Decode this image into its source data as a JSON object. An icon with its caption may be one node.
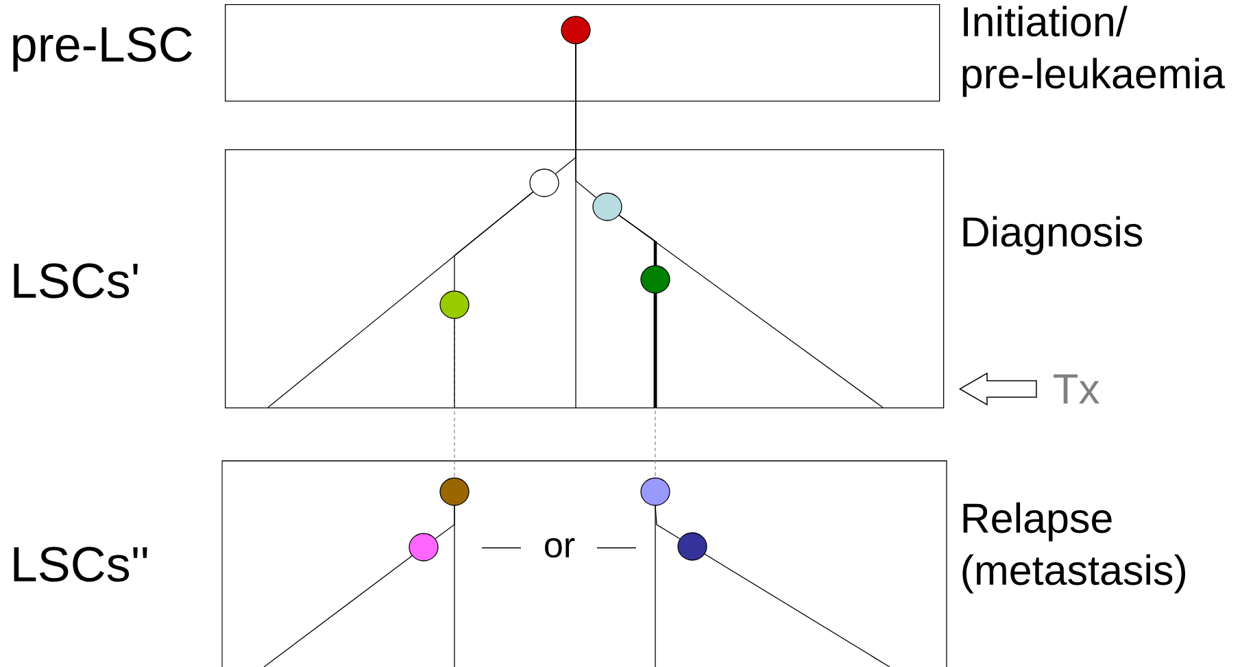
{
  "diagram": {
    "nodes": [
      {
        "text": [],
        "shape": "box",
        "beside": [
          "pre-LSC",
          "Initiation/ pre-leukaemia"
        ]
      },
      {
        "text": [],
        "shape": "circle",
        "in": 0
      },
      {
        "text": [],
        "shape": "box",
        "beside": [
          "LSCs'",
          "Diagnosis"
        ]
      },
      {
        "text": [],
        "shape": "circle",
        "in": 2
      },
      {
        "text": [],
        "shape": "circle",
        "in": 2
      },
      {
        "text": [],
        "shape": "circle",
        "in": 2
      },
      {
        "text": [],
        "shape": "circle",
        "in": 2
      },
      {
        "text": [],
        "shape": "box",
        "beside": [
          "LSCs''",
          "Relapse (metastasis)"
        ]
      },
      {
        "text": [],
        "shape": "circle",
        "in": 7
      },
      {
        "text": [],
        "shape": "circle",
        "in": 7
      },
      {
        "text": [],
        "shape": "circle",
        "in": 7
      },
      {
        "text": [],
        "shape": "circle",
        "in": 7
      },
      {
        "text": [
          "Tx"
        ]
      }
    ],
    "edges": [
      {
        "from": 1,
        "to": 3,
        "arrow": "none"
      },
      {
        "from": 1,
        "to": 4,
        "arrow": "none"
      },
      {
        "from": 3,
        "to": 6,
        "arrow": "none"
      },
      {
        "from": 4,
        "to": 5,
        "arrow": "none"
      },
      {
        "from": 6,
        "to": 8,
        "arrow": "none",
        "style": "dashed",
        "color": "#808080"
      },
      {
        "from": 5,
        "to": 9,
        "arrow": "none",
        "style": "dashed",
        "color": "#808080"
      },
      {
        "from": 8,
        "to": 10,
        "arrow": "none"
      },
      {
        "from": 9,
        "to": 11,
        "arrow": "none"
      },
      {
        "from": 12,
        "to": 2,
        "arrow": "to"
      },
      {
        "from": 1,
        "to": 2,
        "arrow": "none"
      }
    ],
    "labels": [
      "or"
    ]
  }
}
